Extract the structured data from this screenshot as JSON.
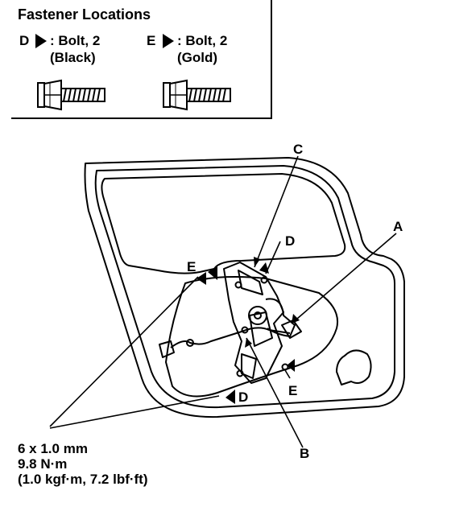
{
  "legend": {
    "title": "Fastener Locations",
    "entries": [
      {
        "letter": "D",
        "line1": ": Bolt, 2",
        "line2": "(Black)",
        "icon": "black-bolt"
      },
      {
        "letter": "E",
        "line1": ": Bolt, 2",
        "line2": "(Gold)",
        "icon": "gold-bolt"
      }
    ]
  },
  "callouts": {
    "A": "A",
    "B": "B",
    "C": "C",
    "D_upper": "D",
    "D_lower": "D",
    "E_upper": "E",
    "E_lower": "E"
  },
  "torque_spec": {
    "size": "6 x 1.0 mm",
    "torque_nm": "9.8 N·m",
    "torque_alt": "(1.0 kgf·m, 7.2 lbf·ft)"
  }
}
